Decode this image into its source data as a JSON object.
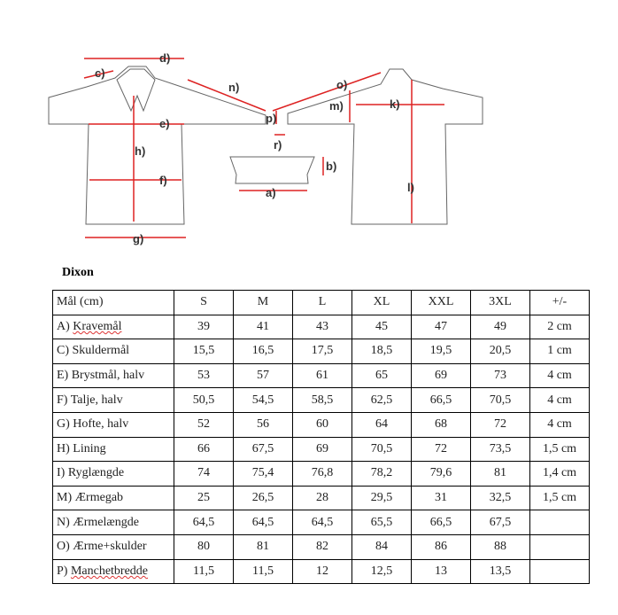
{
  "diagram": {
    "labels": {
      "a": "a)",
      "b": "b)",
      "c": "c)",
      "d": "d)",
      "e": "e)",
      "f": "f)",
      "g": "g)",
      "h": "h)",
      "k": "k)",
      "l": "l)",
      "m": "m)",
      "n": "n)",
      "o": "o)",
      "p": "p)",
      "r": "r)"
    }
  },
  "title": "Dixon",
  "table": {
    "header": [
      "Mål (cm)",
      "S",
      "M",
      "L",
      "XL",
      "XXL",
      "3XL",
      "+/-"
    ],
    "rows": [
      [
        "A) Kravemål",
        "39",
        "41",
        "43",
        "45",
        "47",
        "49",
        "2 cm"
      ],
      [
        "C) Skuldermål",
        "15,5",
        "16,5",
        "17,5",
        "18,5",
        "19,5",
        "20,5",
        "1 cm"
      ],
      [
        "E) Brystmål, halv",
        "53",
        "57",
        "61",
        "65",
        "69",
        "73",
        "4 cm"
      ],
      [
        "F) Talje, halv",
        "50,5",
        "54,5",
        "58,5",
        "62,5",
        "66,5",
        "70,5",
        "4 cm"
      ],
      [
        "G) Hofte, halv",
        "52",
        "56",
        "60",
        "64",
        "68",
        "72",
        "4 cm"
      ],
      [
        "H) Lining",
        "66",
        "67,5",
        "69",
        "70,5",
        "72",
        "73,5",
        "1,5 cm"
      ],
      [
        "I) Ryglængde",
        "74",
        "75,4",
        "76,8",
        "78,2",
        "79,6",
        "81",
        "1,4 cm"
      ],
      [
        "M) Ærmegab",
        "25",
        "26,5",
        "28",
        "29,5",
        "31",
        "32,5",
        "1,5 cm"
      ],
      [
        "N) Ærmelængde",
        "64,5",
        "64,5",
        "64,5",
        "65,5",
        "66,5",
        "67,5",
        ""
      ],
      [
        "O)  Ærme+skulder",
        "80",
        "81",
        "82",
        "84",
        "86",
        "88",
        ""
      ],
      [
        "P) Manchetbredde",
        "11,5",
        "11,5",
        "12",
        "12,5",
        "13",
        "13,5",
        ""
      ]
    ]
  }
}
